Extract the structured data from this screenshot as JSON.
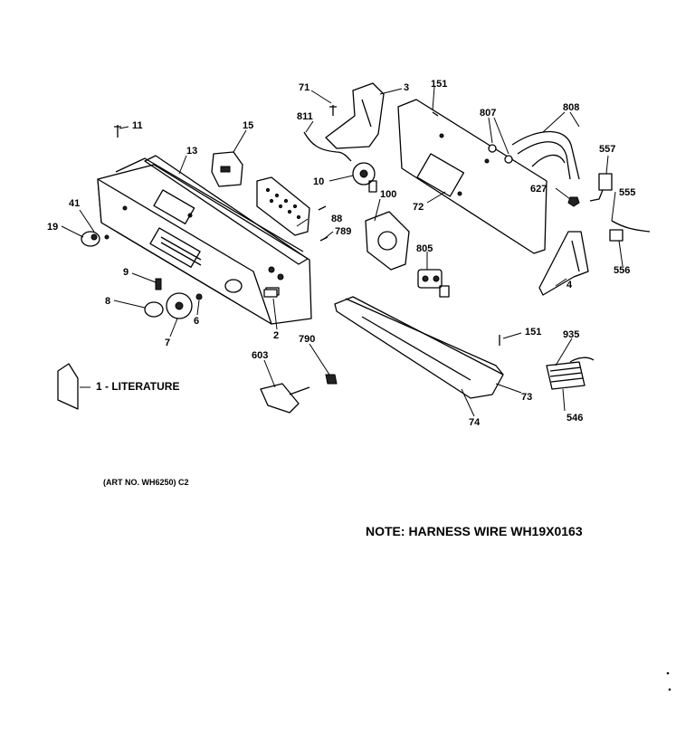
{
  "labels": {
    "l71": "71",
    "l3": "3",
    "l151a": "151",
    "l807": "807",
    "l808": "808",
    "l811": "811",
    "l11": "11",
    "l15": "15",
    "l13": "13",
    "l557": "557",
    "l10": "10",
    "l627": "627",
    "l555": "555",
    "l100": "100",
    "l72": "72",
    "l41": "41",
    "l88": "88",
    "l789": "789",
    "l19": "19",
    "l556": "556",
    "l805": "805",
    "l9": "9",
    "l4": "4",
    "l8": "8",
    "l6": "6",
    "l2": "2",
    "l7": "7",
    "l151b": "151",
    "l935": "935",
    "l790": "790",
    "l603": "603",
    "l73": "73",
    "l546": "546",
    "l74": "74"
  },
  "literature_label": "1 - LITERATURE",
  "art_number": "(ART NO. WH6250)  C2",
  "note": "NOTE: HARNESS WIRE WH19X0163"
}
